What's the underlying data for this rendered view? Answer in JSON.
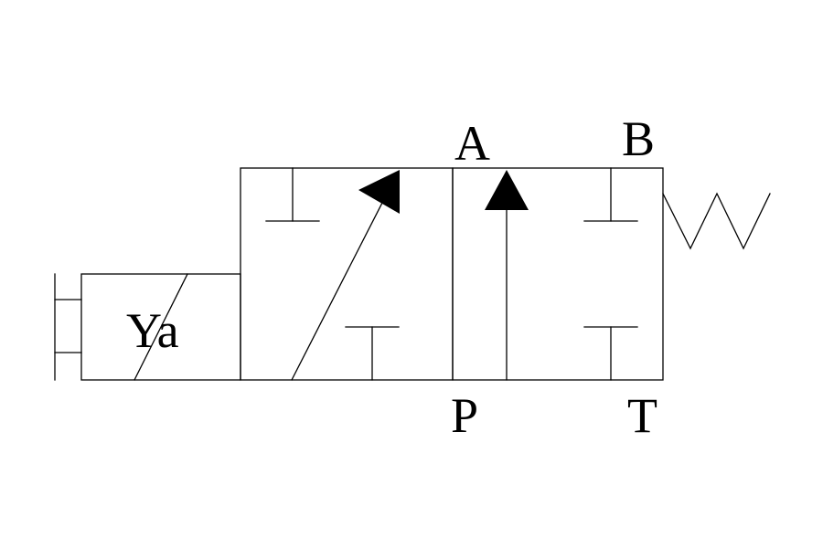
{
  "diagram": {
    "solenoid_label": "Ya",
    "ports": {
      "a": "A",
      "b": "B",
      "p": "P",
      "t": "T"
    }
  },
  "colors": {
    "stroke": "#000000",
    "background": "#ffffff"
  }
}
